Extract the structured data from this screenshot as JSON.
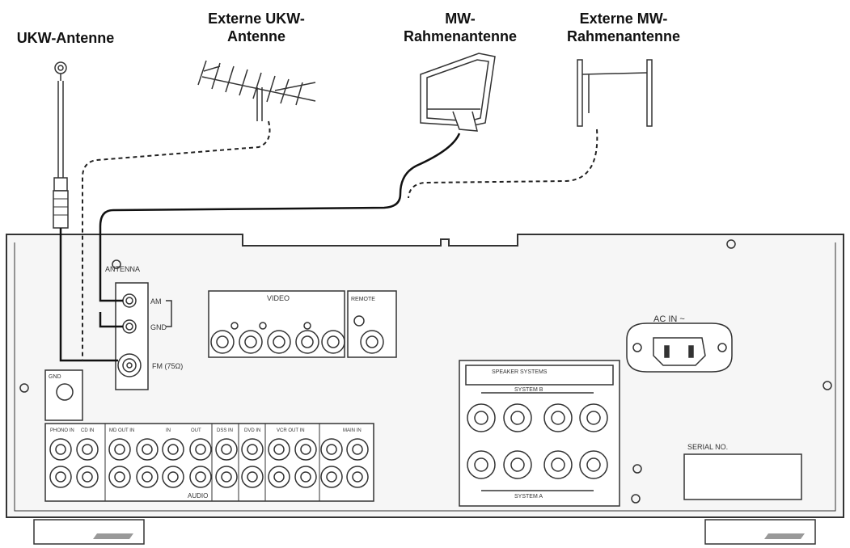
{
  "antenna_labels": {
    "ukw": "UKW-Antenne",
    "ext_ukw_1": "Externe UKW-",
    "ext_ukw_2": "Antenne",
    "mw_1": "MW-",
    "mw_2": "Rahmenantenne",
    "ext_mw_1": "Externe MW-",
    "ext_mw_2": "Rahmenantenne"
  },
  "panel": {
    "antenna": "ANTENNA",
    "am": "AM",
    "gnd": "GND",
    "fm": "FM (75Ω)",
    "video": "VIDEO",
    "ac_in": "AC IN ~",
    "serial_no": "SERIAL NO.",
    "system_b": "SYSTEM B",
    "system_a": "SYSTEM A",
    "audio": "AUDIO",
    "gnd_small": "GND",
    "remote": "REMOTE",
    "speaker_systems": "SPEAKER SYSTEMS"
  },
  "audio_groups": [
    "PHONO IN",
    "CD IN",
    "MD OUT IN",
    "IN",
    "OUT",
    "DSS IN",
    "DVD IN",
    "VCR OUT IN",
    "MAIN IN"
  ],
  "colors": {
    "line": "#333333",
    "panel": "#f4f4f4",
    "cable": "#111111"
  }
}
